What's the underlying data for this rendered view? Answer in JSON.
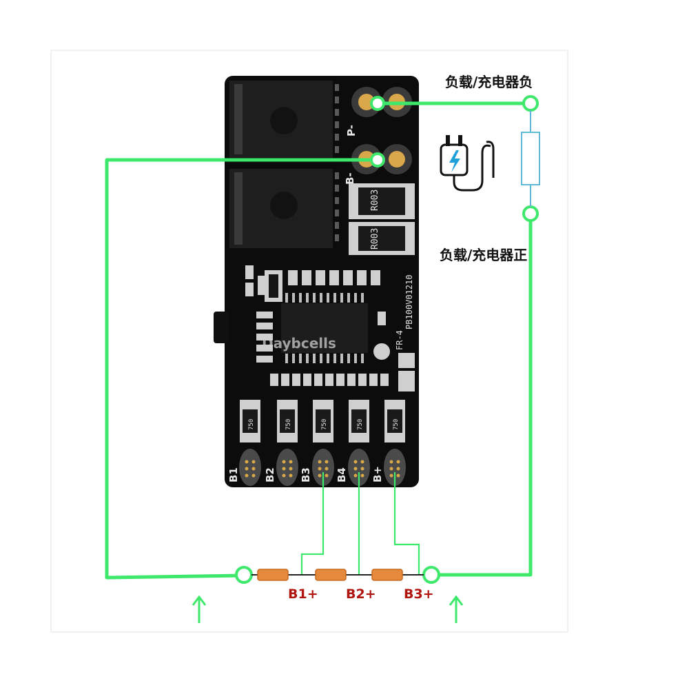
{
  "labels": {
    "load_charger_negative": "负载/充电器负",
    "load_charger_positive": "负载/充电器正"
  },
  "board": {
    "pad_p_minus": "P-",
    "pad_b_minus": "B-",
    "resistor_code": "R003",
    "balance_resistor_code": "750",
    "pcb_material": "FR-4",
    "pcb_part_number": "PB100V01210",
    "watermark": "Daybcells"
  },
  "balance_pins": [
    "B1",
    "B2",
    "B3",
    "B4",
    "B+"
  ],
  "cells": [
    "B1+",
    "B2+",
    "B3+"
  ],
  "colors": {
    "wire": "#3ee86a",
    "board": "#0c0c0c",
    "cell": "#e58a3c",
    "cell_label": "#b0140f",
    "load": "#5fb8d8"
  },
  "icons": {
    "charger": "charger-plug-icon",
    "arrow_left": "up-arrow-icon",
    "arrow_right": "up-arrow-icon"
  }
}
